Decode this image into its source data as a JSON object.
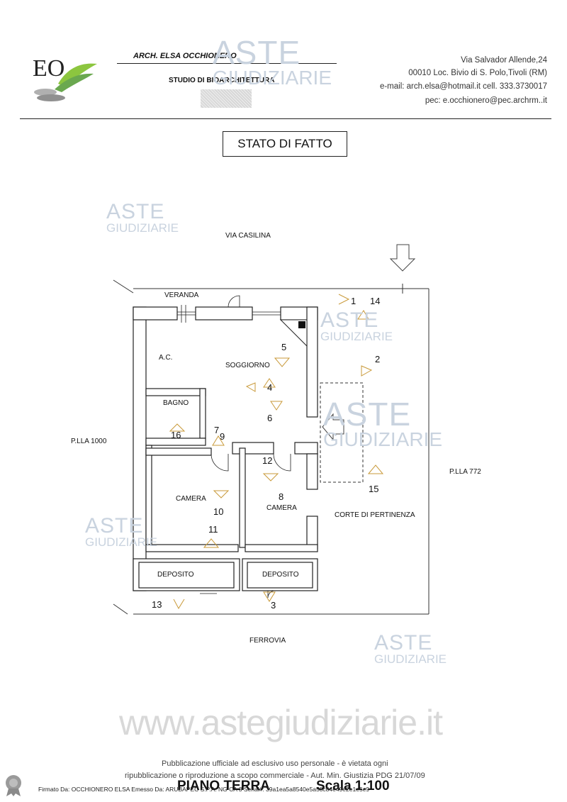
{
  "header": {
    "logo_text": "EO",
    "architect": "ARCH. ELSA OCCHIONERO",
    "studio": "STUDIO DI BIOARCHITETTURA",
    "address_line1": "Via Salvador Allende,24",
    "address_line2": "00010 Loc. Bivio di S. Polo,Tivoli (RM)",
    "email_line": "e-mail: arch.elsa@hotmail.it  cell. 333.3730017",
    "pec_line": "pec: e.occhionero@pec.archrm..it"
  },
  "title": "STATO DI FATTO",
  "plan": {
    "streets": {
      "north": "VIA CASILINA",
      "south": "FERROVIA"
    },
    "neighbors": {
      "west": "P.LLA 1000",
      "east": "P.LLA 772"
    },
    "rooms": {
      "veranda": "VERANDA",
      "ac": "A.C.",
      "soggiorno": "SOGGIORNO",
      "bagno": "BAGNO",
      "camera_left": "CAMERA",
      "camera_right": "CAMERA",
      "deposito_left": "DEPOSITO",
      "deposito_right": "DEPOSITO",
      "corte": "CORTE DI PERTINENZA"
    },
    "photo_points": [
      "1",
      "14",
      "5",
      "2",
      "4",
      "6",
      "16",
      "7",
      "9",
      "12",
      "8",
      "15",
      "10",
      "11",
      "13",
      "3"
    ]
  },
  "watermark": {
    "brand_line1": "ASTE",
    "brand_line2": "GIUDIZIARIE",
    "site": "www.astegiudiziarie.it"
  },
  "footer": {
    "notice_line1": "Pubblicazione ufficiale ad esclusivo uso personale - è vietata ogni",
    "notice_line2": "ripubblicazione o riproduzione a scopo commerciale - Aut. Min. Giustizia PDG 21/07/09",
    "signature": "Firmato Da: OCCHIONERO ELSA Emesso Da: ARUBAPEC S.P.A. NG CA 3 Serial#: 39a1ea5a8540e5a58c84e49e2e1e5e9",
    "plan_caption": "PIANO TERRA",
    "scale": "Scala 1:100"
  }
}
